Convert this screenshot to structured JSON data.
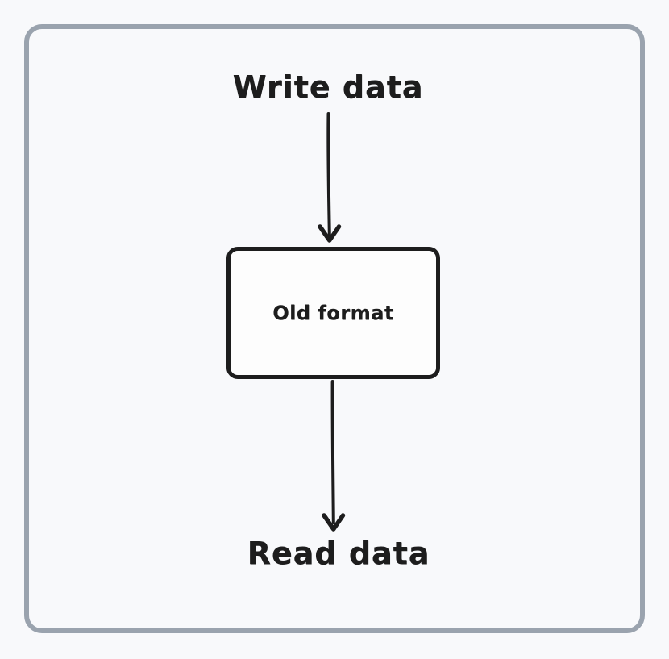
{
  "diagram": {
    "write_label": "Write data",
    "box_label": "Old format",
    "read_label": "Read data"
  },
  "colors": {
    "background": "#f8f9fb",
    "frame_border": "#9aa3ae",
    "ink": "#1d1d1d",
    "box_fill": "#fdfdfd"
  }
}
